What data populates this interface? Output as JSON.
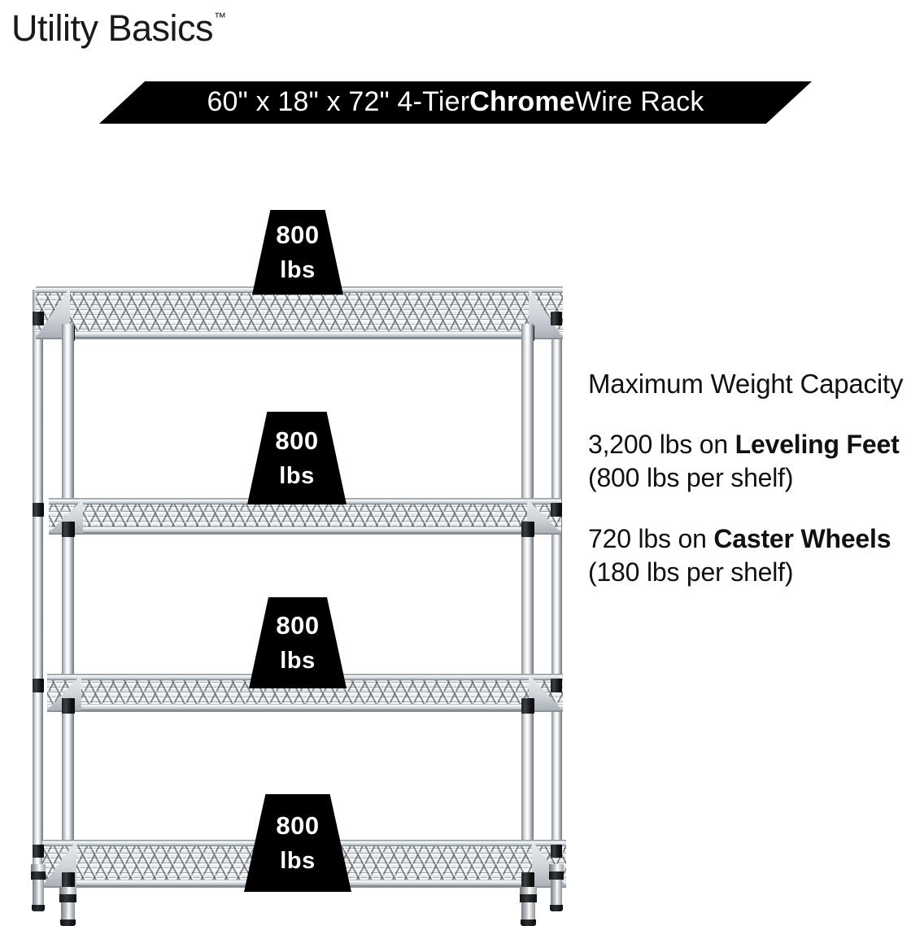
{
  "brand": {
    "name": "Utility Basics",
    "trademark": "™"
  },
  "banner": {
    "prefix": "60\" x 18\" x 72\" 4-Tier ",
    "highlight": "Chrome",
    "suffix": " Wire Rack",
    "background": "#000000",
    "text_color": "#ffffff"
  },
  "spec": {
    "heading": "Maximum Weight Capacity",
    "lines": [
      {
        "pre": "3,200 lbs on ",
        "strong": "Leveling Feet",
        "post": " (800 lbs per shelf)"
      },
      {
        "pre": "720 lbs on ",
        "strong": "Caster Wheels",
        "post": " (180 lbs per shelf)"
      }
    ]
  },
  "product": {
    "tiers": 4,
    "callouts": [
      {
        "value": "800",
        "unit": "lbs"
      },
      {
        "value": "800",
        "unit": "lbs"
      },
      {
        "value": "800",
        "unit": "lbs"
      },
      {
        "value": "800",
        "unit": "lbs"
      }
    ]
  },
  "colors": {
    "accent": "#000000",
    "text": "#111111",
    "page_background": "#ffffff",
    "chrome_light": "#ffffff",
    "chrome_mid": "#c9ced3",
    "chrome_dark": "#6d7276"
  }
}
